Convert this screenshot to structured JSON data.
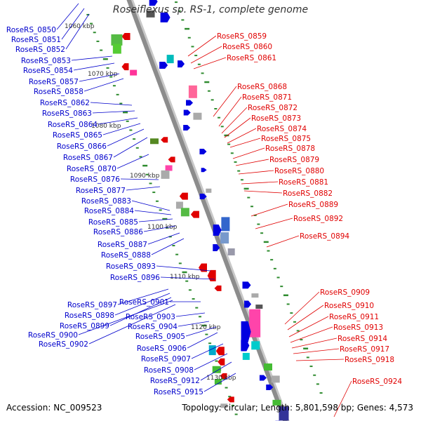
{
  "title": "Roseiflexus sp. RS-1, complete genome",
  "footer": {
    "accession_label": "Accession: ",
    "accession": "NC_009523",
    "topology_label": "Topology: ",
    "topology": "circular",
    "length_label": "; Length: ",
    "length": "5,801,598 bp",
    "genes_label": "; Genes: ",
    "genes": "4,573"
  },
  "colors": {
    "backbone": "#8c8c8c",
    "tick": "#2e8b2e",
    "left_label": "#0000cc",
    "right_label": "#e00000",
    "forward_gene": "#0000e0",
    "reverse_gene": "#e00000"
  },
  "scale_markers": [
    "1060 kbp",
    "1070 kbp",
    "1080 kbp",
    "1090 kbp",
    "1100 kbp",
    "1110 kbp",
    "1120 kbp",
    "1130 kbp"
  ],
  "left_labels": [
    "RoseRS_0850",
    "RoseRS_0851",
    "RoseRS_0852",
    "RoseRS_0853",
    "RoseRS_0854",
    "RoseRS_0857",
    "RoseRS_0858",
    "RoseRS_0862",
    "RoseRS_0863",
    "RoseRS_0864",
    "RoseRS_0865",
    "RoseRS_0866",
    "RoseRS_0867",
    "RoseRS_0870",
    "RoseRS_0876",
    "RoseRS_0877",
    "RoseRS_0883",
    "RoseRS_0884",
    "RoseRS_0885",
    "RoseRS_0886",
    "RoseRS_0887",
    "RoseRS_0888",
    "RoseRS_0893",
    "RoseRS_0896",
    "RoseRS_0897",
    "RoseRS_0901",
    "RoseRS_0898",
    "RoseRS_0903",
    "RoseRS_0899",
    "RoseRS_0904",
    "RoseRS_0900",
    "RoseRS_0905",
    "RoseRS_0902",
    "RoseRS_0906",
    "RoseRS_0907",
    "RoseRS_0908",
    "RoseRS_0912",
    "RoseRS_0915"
  ],
  "right_labels": [
    "RoseRS_0859",
    "RoseRS_0860",
    "RoseRS_0861",
    "RoseRS_0868",
    "RoseRS_0871",
    "RoseRS_0872",
    "RoseRS_0873",
    "RoseRS_0874",
    "RoseRS_0875",
    "RoseRS_0878",
    "RoseRS_0879",
    "RoseRS_0880",
    "RoseRS_0881",
    "RoseRS_0882",
    "RoseRS_0889",
    "RoseRS_0892",
    "RoseRS_0894",
    "RoseRS_0909",
    "RoseRS_0910",
    "RoseRS_0911",
    "RoseRS_0913",
    "RoseRS_0914",
    "RoseRS_0917",
    "RoseRS_0918",
    "RoseRS_0924"
  ]
}
